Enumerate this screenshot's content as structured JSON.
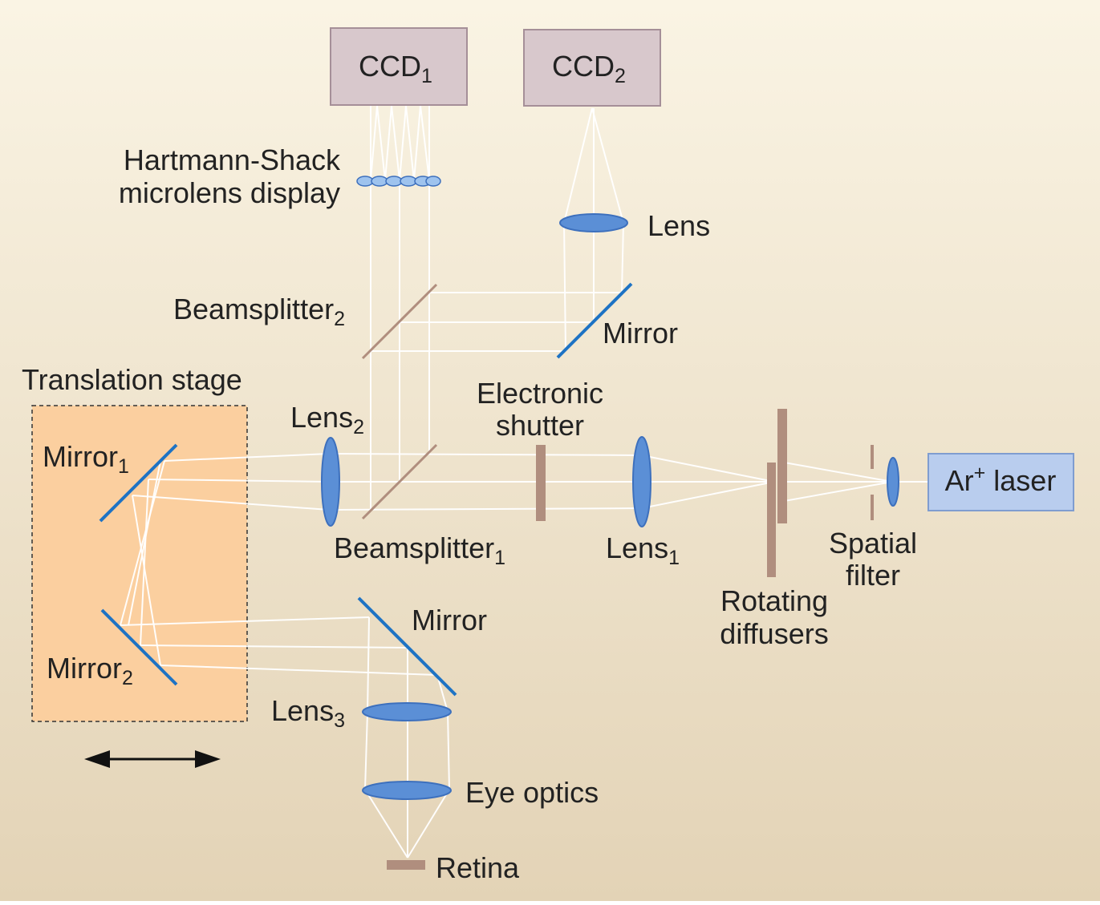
{
  "labels": {
    "ccd1": {
      "text": "CCD",
      "sub": "1"
    },
    "ccd2": {
      "text": "CCD",
      "sub": "2"
    },
    "hartmann_line1": "Hartmann-Shack",
    "hartmann_line2": "microlens display",
    "lens_top": "Lens",
    "beamsplitter2": {
      "text": "Beamsplitter",
      "sub": "2"
    },
    "mirror_top": "Mirror",
    "translation_stage": "Translation stage",
    "lens2": {
      "text": "Lens",
      "sub": "2"
    },
    "electronic_line1": "Electronic",
    "electronic_line2": "shutter",
    "mirror1": {
      "text": "Mirror",
      "sub": "1"
    },
    "ar_laser": {
      "text": "Ar",
      "sup": "+",
      "rest": " laser"
    },
    "beamsplitter1": {
      "text": "Beamsplitter",
      "sub": "1"
    },
    "lens1": {
      "text": "Lens",
      "sub": "1"
    },
    "spatial_line1": "Spatial",
    "spatial_line2": "filter",
    "rotating_line1": "Rotating",
    "rotating_line2": "diffusers",
    "mirror_bottom": "Mirror",
    "mirror2": {
      "text": "Mirror",
      "sub": "2"
    },
    "lens3": {
      "text": "Lens",
      "sub": "3"
    },
    "eye_optics": "Eye optics",
    "retina": "Retina"
  },
  "colors": {
    "background_top": "#faf4e4",
    "background_bottom": "#e3d3b6",
    "ccd_box": "#d8c8cc",
    "laser_box": "#b9cdee",
    "translation_stage": "#fbcf9f",
    "lens_blue": "#5b8fd6",
    "mirror_blue": "#1e73c4",
    "brown_element": "#b08e7e",
    "ray": "#ffffff"
  },
  "icons": {
    "translation_arrow": "double-headed-arrow-icon"
  }
}
